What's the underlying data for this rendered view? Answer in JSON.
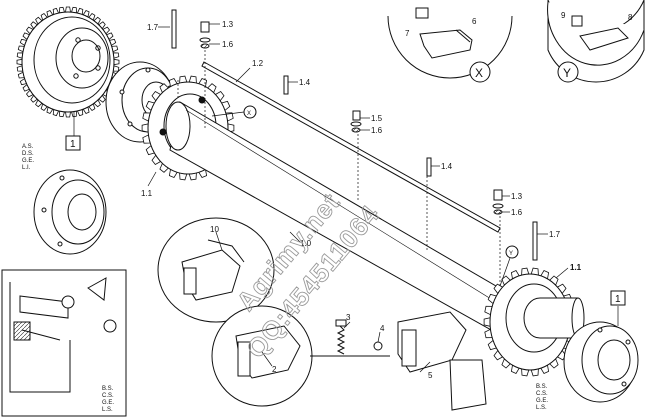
{
  "labels": {
    "c17a": "1.7",
    "c13a": "1.3",
    "c16a": "1.6",
    "c12": "1.2",
    "c14a": "1.4",
    "c15": "1.5",
    "c16b": "1.6",
    "c14b": "1.4",
    "c13b": "1.3",
    "c16c": "1.6",
    "c17b": "1.7",
    "c11a": "1.1",
    "c11b": "1.1",
    "c10": "10",
    "c1_0": "1.0",
    "c1": "1",
    "c2": "2",
    "c3": "3",
    "c4": "4",
    "c5": "5",
    "c6": "6",
    "c7": "7",
    "c8": "8",
    "c9": "9",
    "cX": "X",
    "cY": "Y",
    "cXsmall": "X",
    "cYsmall": "Y",
    "box1a": "1",
    "box1b": "1"
  },
  "notes": {
    "left": [
      "A.S.",
      "D.S.",
      "G.E.",
      "L.I."
    ],
    "right": [
      "B.S.",
      "C.S.",
      "G.E.",
      "L.S."
    ],
    "inset": [
      "B.S.",
      "C.S.",
      "G.E.",
      "L.S."
    ]
  },
  "watermark": {
    "line1": "Agrimy.net",
    "line2": "QQ:454511064"
  }
}
